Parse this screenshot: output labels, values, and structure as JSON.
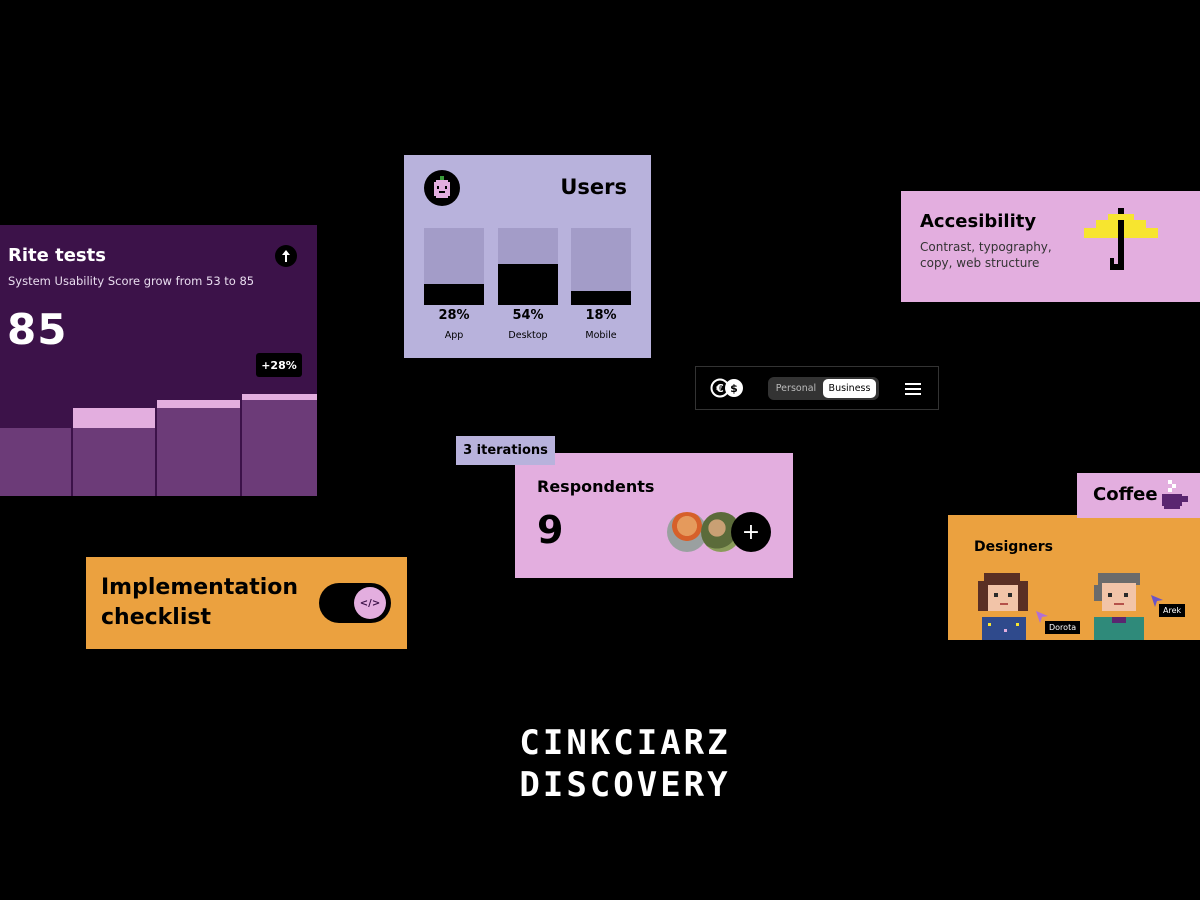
{
  "rite": {
    "title": "Rite tests",
    "subtitle": "System Usability Score grow from 53 to 85",
    "score": "85",
    "delta": "+28%"
  },
  "implementation": {
    "title": "Implementation checklist"
  },
  "users": {
    "title": "Users",
    "segments": [
      {
        "label": "App",
        "percent": "28%",
        "value": 28
      },
      {
        "label": "Desktop",
        "percent": "54%",
        "value": 54
      },
      {
        "label": "Mobile",
        "percent": "18%",
        "value": 18
      }
    ]
  },
  "currency": {
    "options": [
      "Personal",
      "Business"
    ],
    "selected": "Business"
  },
  "accessibility": {
    "title": "Accesibility",
    "description": "Contrast, typography, copy, web structure"
  },
  "respondents": {
    "iterations": "3 iterations",
    "title": "Respondents",
    "count": "9",
    "add_symbol": "+"
  },
  "coffee": {
    "title": "Coffee"
  },
  "designers": {
    "title": "Designers",
    "people": [
      {
        "name": "Dorota"
      },
      {
        "name": "Arek"
      }
    ]
  },
  "brand": {
    "line1": "CINKCIARZ",
    "line2": "DISCOVERY"
  },
  "colors": {
    "purple_dark": "#3c1249",
    "pink": "#e3aedf",
    "lavender": "#b8b2dc",
    "orange": "#eba13f",
    "yellow": "#f7e52f"
  }
}
